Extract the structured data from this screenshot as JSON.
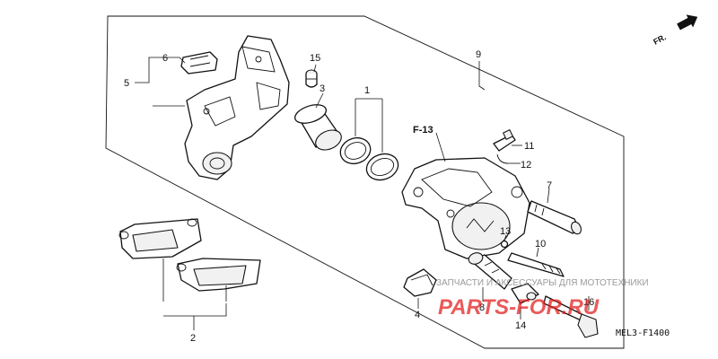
{
  "direction_marker": {
    "text": "FR.",
    "icon": "arrow-icon"
  },
  "reference": {
    "code": "F-13"
  },
  "diagram_code": "MEL3-F1400",
  "callouts": {
    "c1": "1",
    "c2": "2",
    "c3": "3",
    "c4": "4",
    "c5": "5",
    "c6": "6",
    "c7": "7",
    "c8": "8",
    "c9": "9",
    "c10": "10",
    "c11": "11",
    "c12": "12",
    "c13": "13",
    "c14": "14",
    "c15": "15",
    "c16": "16"
  },
  "watermark": {
    "tagline": "ЗАПЧАСТИ И АКСЕССУАРЫ ДЛЯ МОТОТЕХНИКИ",
    "brand": "PARTS-FOR.RU"
  }
}
